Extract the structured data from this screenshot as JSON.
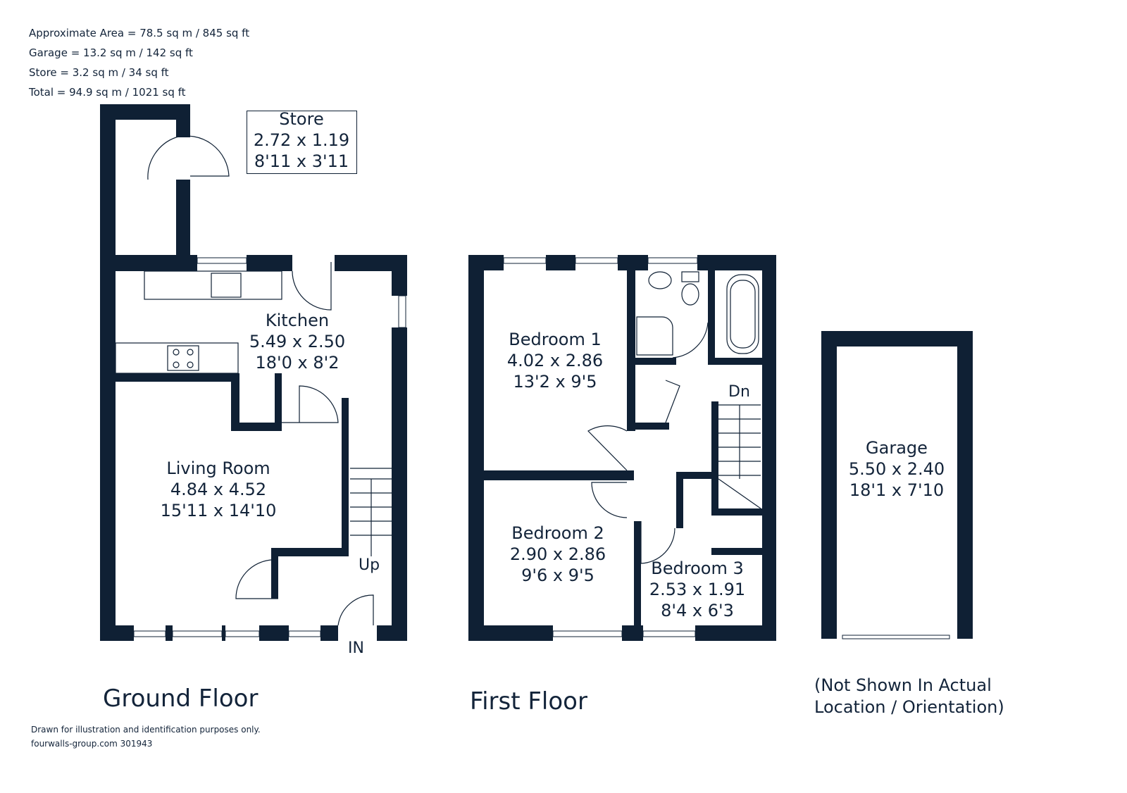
{
  "areas": {
    "approximate": "Approximate Area = 78.5 sq m / 845 sq ft",
    "garage": "Garage = 13.2 sq m / 142 sq ft",
    "store": "Store = 3.2 sq m / 34 sq ft",
    "total": "Total = 94.9 sq m / 1021 sq ft"
  },
  "ground_floor": {
    "label": "Ground Floor",
    "rooms": [
      {
        "name": "Store",
        "metric": "2.72 x 1.19",
        "imperial": "8'11 x 3'11"
      },
      {
        "name": "Kitchen",
        "metric": "5.49 x 2.50",
        "imperial": "18'0 x 8'2"
      },
      {
        "name": "Living Room",
        "metric": "4.84 x 4.52",
        "imperial": "15'11 x 14'10"
      }
    ],
    "stairs_label": "Up",
    "entrance_label": "IN"
  },
  "first_floor": {
    "label": "First Floor",
    "rooms": [
      {
        "name": "Bedroom 1",
        "metric": "4.02 x 2.86",
        "imperial": "13'2 x 9'5"
      },
      {
        "name": "Bedroom 2",
        "metric": "2.90 x 2.86",
        "imperial": "9'6 x 9'5"
      },
      {
        "name": "Bedroom 3",
        "metric": "2.53 x 1.91",
        "imperial": "8'4 x 6'3"
      }
    ],
    "stairs_label": "Dn"
  },
  "garage": {
    "name": "Garage",
    "metric": "5.50 x 2.40",
    "imperial": "18'1 x 7'10",
    "note_line1": "(Not Shown In Actual",
    "note_line2": "Location / Orientation)"
  },
  "footer": {
    "disclaimer": "Drawn for illustration and identification purposes only.",
    "reference": "fourwalls-group.com 301943"
  },
  "colors": {
    "walls": "#0f2034",
    "text": "#13243a"
  }
}
